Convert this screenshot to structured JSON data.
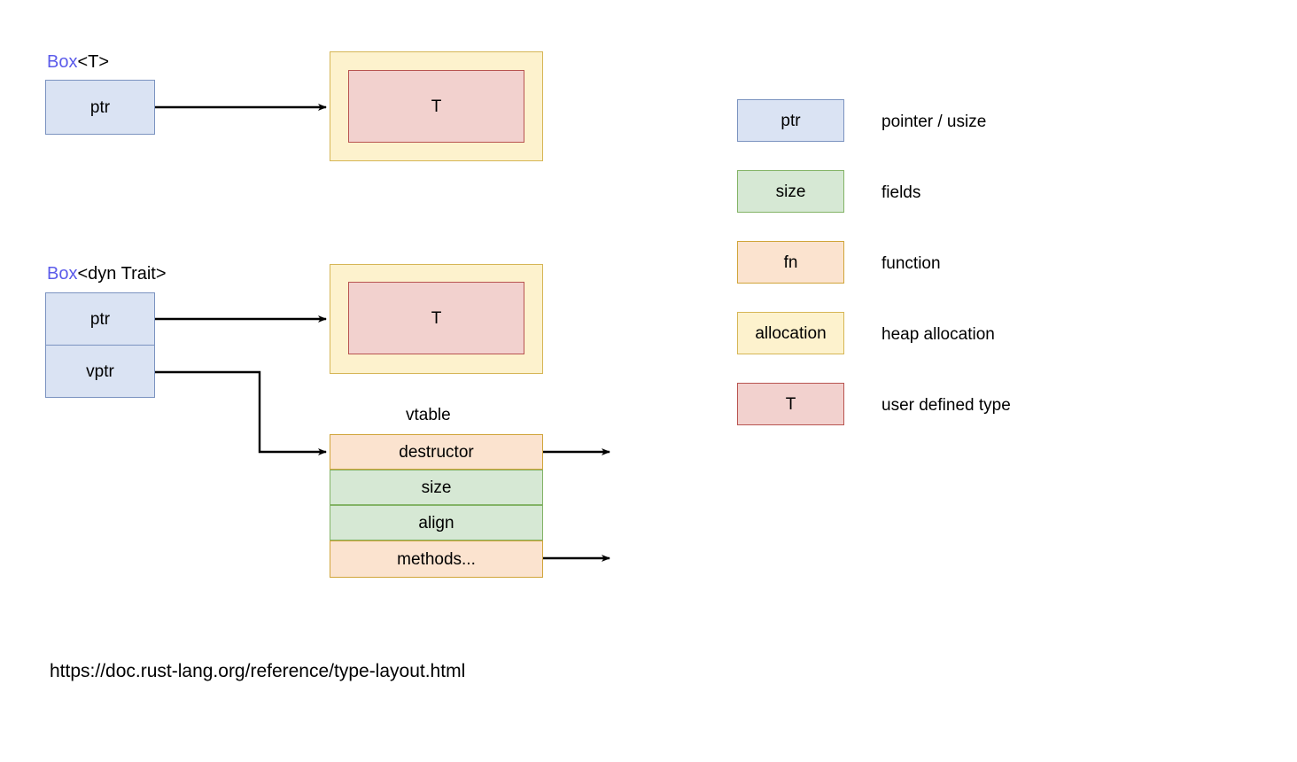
{
  "diagram": {
    "title_box_t": {
      "keyword": "Box",
      "generic": "<T>"
    },
    "title_box_dyn": {
      "keyword": "Box",
      "generic": "<dyn Trait>"
    },
    "box_t": {
      "ptr_label": "ptr",
      "allocation_inner_label": "T"
    },
    "box_dyn": {
      "ptr_label": "ptr",
      "vptr_label": "vptr",
      "allocation_inner_label": "T"
    },
    "vtable": {
      "caption": "vtable",
      "rows": [
        {
          "label": "destructor",
          "kind": "fn",
          "has_pointer_dot": true
        },
        {
          "label": "size",
          "kind": "field",
          "has_pointer_dot": false
        },
        {
          "label": "align",
          "kind": "field",
          "has_pointer_dot": false
        },
        {
          "label": "methods...",
          "kind": "fn",
          "has_pointer_dot": true
        }
      ]
    },
    "source_url": "https://doc.rust-lang.org/reference/type-layout.html"
  },
  "legend": {
    "items": [
      {
        "swatch_label": "ptr",
        "description": "pointer / usize",
        "color": "#dae3f3",
        "border": "#7b93c0"
      },
      {
        "swatch_label": "size",
        "description": "fields",
        "color": "#d6e8d4",
        "border": "#83b366"
      },
      {
        "swatch_label": "fn",
        "description": "function",
        "color": "#fbe3cf",
        "border": "#d0a53a"
      },
      {
        "swatch_label": "allocation",
        "description": "heap allocation",
        "color": "#fdf2cd",
        "border": "#d6b656"
      },
      {
        "swatch_label": "T",
        "description": "user defined type",
        "color": "#f2d1ce",
        "border": "#b85450"
      }
    ]
  },
  "colors": {
    "pointer_blue": "#dae3f3",
    "field_green": "#d6e8d4",
    "function_orange": "#fbe3cf",
    "allocation_yellow": "#fdf2cd",
    "user_type_red": "#f2d1ce",
    "keyword_purple": "#5b5bea",
    "edge_black": "#000000"
  }
}
